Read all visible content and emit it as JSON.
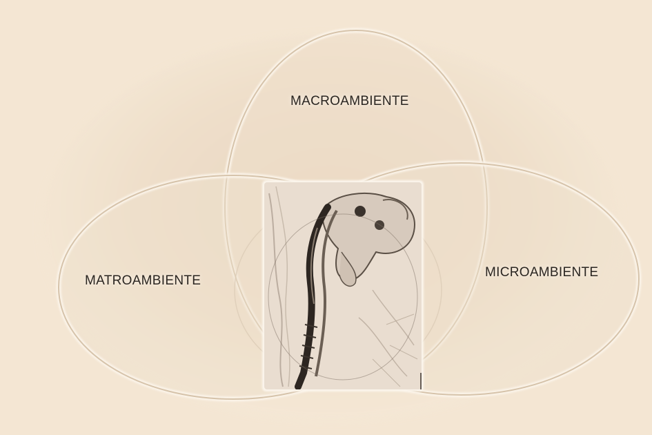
{
  "diagram": {
    "labels": {
      "top": "MACROAMBIENTE",
      "left": "MATROAMBIENTE",
      "right": "MICROAMBIENTE"
    },
    "center_image_icon": "embryo-sketch-icon"
  },
  "colors": {
    "background": "#f4e6d3",
    "ellipse_stroke": "#d8c7b0",
    "ellipse_highlight": "#fbf4ea",
    "ellipse_fill": "#efe0cc",
    "label_text": "#2a2520"
  }
}
